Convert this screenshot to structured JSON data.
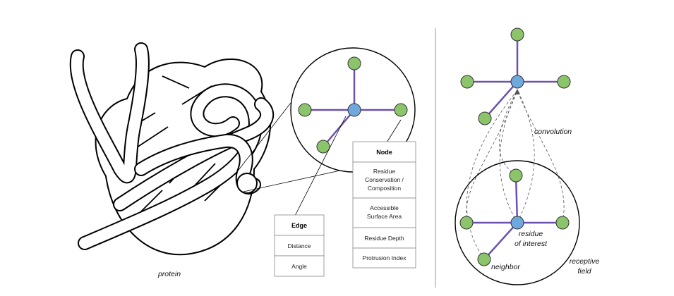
{
  "colors": {
    "edge": "#6b52b0",
    "center_node": "#6fa8dc",
    "neighbor_node": "#8bc46a",
    "node_outline": "#333333",
    "divider": "#9a9a9a"
  },
  "labels": {
    "protein": "protein",
    "convolution": "convolution",
    "residue_of_interest_line1": "residue",
    "residue_of_interest_line2": "of interest",
    "neighbor": "neighbor",
    "receptive_field_line1": "receptive",
    "receptive_field_line2": "field"
  },
  "node_table": {
    "title": "Node",
    "rows": [
      [
        "Residue",
        "Conservation /",
        "Composition"
      ],
      [
        "Accessible",
        "Surface Area"
      ],
      [
        "Residue Depth"
      ],
      [
        "Protrusion Index"
      ]
    ]
  },
  "edge_table": {
    "title": "Edge",
    "rows": [
      "Distance",
      "Angle"
    ]
  }
}
